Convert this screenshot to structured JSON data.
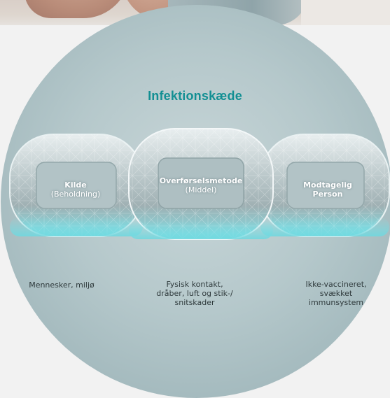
{
  "diagram": {
    "title": "Infektionskæde",
    "links": [
      {
        "name": "Kilde",
        "sub": "(Beholdning)",
        "description": "Mennesker, miljø"
      },
      {
        "name": "Overførselsmetode",
        "sub": "(Middel)",
        "description_lines": [
          "Fysisk kontakt,",
          "dråber, luft og stik-/",
          "snitskader"
        ]
      },
      {
        "name_lines": [
          "Modtagelig",
          "Person"
        ],
        "description_lines": [
          "Ikke-vaccineret,",
          "svækket",
          "immunsystem"
        ]
      }
    ],
    "colors": {
      "title": "#128f93",
      "circle": "#b5c8cb",
      "chain_highlight": "#7fe0e6"
    }
  }
}
